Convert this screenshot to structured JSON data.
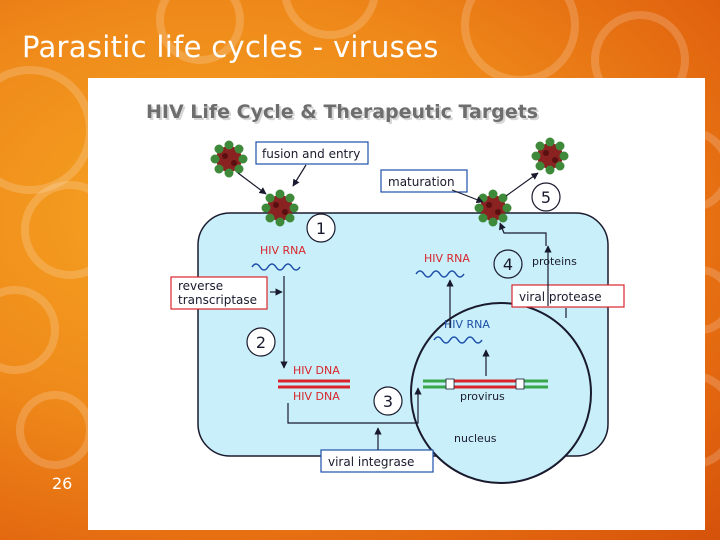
{
  "slide": {
    "title": "Parasitic life cycles - viruses",
    "number": "26"
  },
  "diagram": {
    "heading": "HIV Life Cycle & Therapeutic Targets",
    "labels": {
      "fusion_entry": "fusion and entry",
      "maturation": "maturation",
      "reverse_line1": "reverse",
      "reverse_line2": "transcriptase",
      "viral_protease": "viral protease",
      "viral_integrase": "viral integrase",
      "hiv_rna_1": "HIV RNA",
      "hiv_rna_2": "HIV RNA",
      "hiv_rna_3": "HIV RNA",
      "proteins": "proteins",
      "hiv_dna_1": "HIV DNA",
      "hiv_dna_2": "HIV DNA",
      "provirus": "provirus",
      "nucleus": "nucleus"
    },
    "steps": [
      "1",
      "2",
      "3",
      "4",
      "5"
    ],
    "colors": {
      "cell_fill": "#c9f0fa",
      "virus": "#8a2222",
      "virus_knob": "#3f8a3a",
      "red": "#d8262c",
      "green": "#3aa64a",
      "rna_wave": "#1d4fa8"
    }
  }
}
